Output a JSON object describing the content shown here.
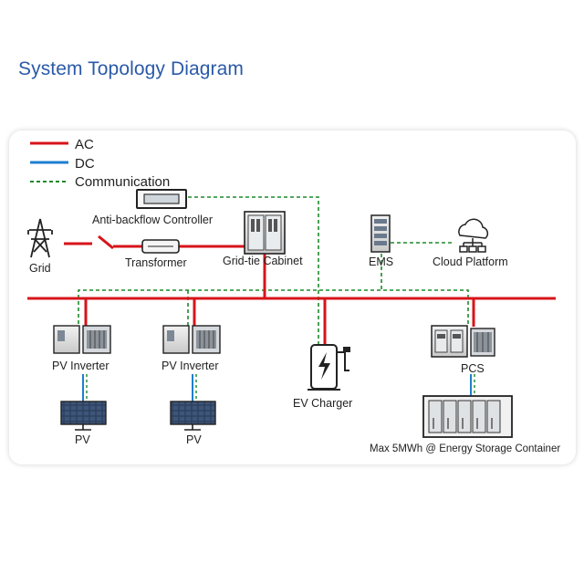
{
  "page": {
    "title": "System Topology Diagram"
  },
  "legend": [
    {
      "label": "AC",
      "color": "#d7141a",
      "style": "solid"
    },
    {
      "label": "DC",
      "color": "#1f7fd0",
      "style": "solid"
    },
    {
      "label": "Communication",
      "color": "#1d8a2a",
      "style": "dashed"
    }
  ],
  "nodes": {
    "anti_backflow": "Anti-backflow Controller",
    "grid": "Grid",
    "transformer": "Transformer",
    "grid_tie_cabinet": "Grid-tie Cabinet",
    "ems": "EMS",
    "cloud": "Cloud Platform",
    "pv_inverter_1": "PV Inverter",
    "pv_inverter_2": "PV Inverter",
    "ev_charger": "EV Charger",
    "pcs": "PCS",
    "pv_1": "PV",
    "pv_2": "PV",
    "storage": "Max 5MWh @ Energy Storage Container"
  },
  "colors": {
    "ac": "#d7141a",
    "dc": "#1f7fd0",
    "comm": "#1d8a2a",
    "title": "#2a5aa8"
  }
}
